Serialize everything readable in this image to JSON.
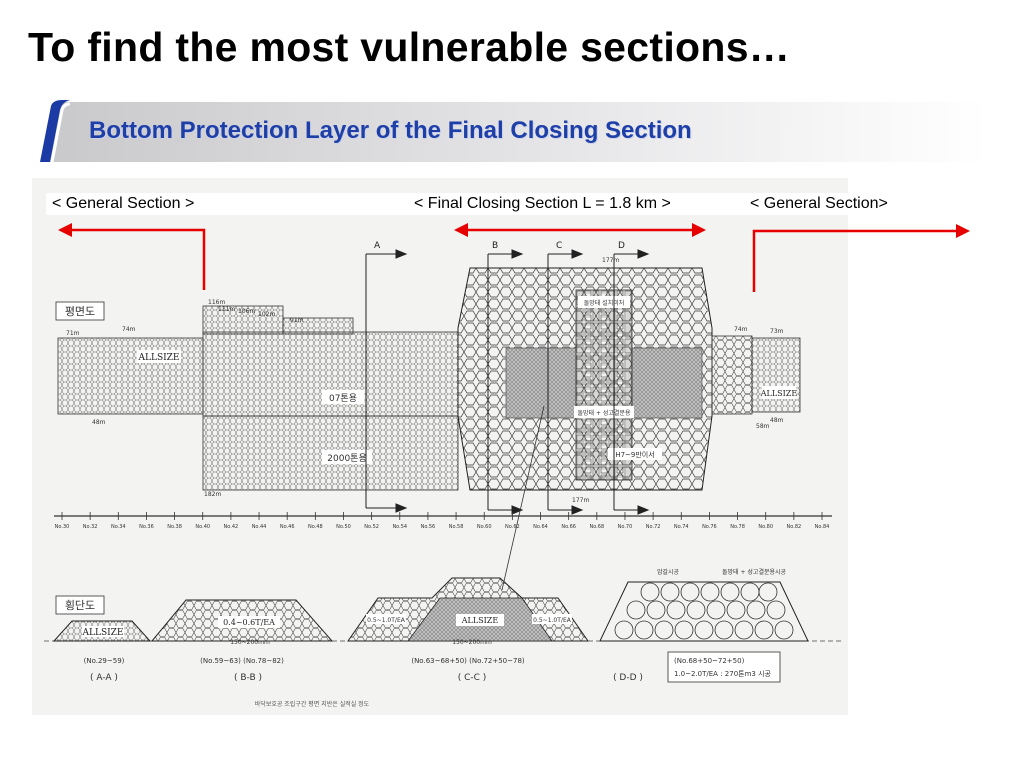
{
  "slide": {
    "title": "To find the most vulnerable sections…",
    "subtitle": "Bottom Protection Layer of the Final Closing Section"
  },
  "labels": {
    "general_left": "< General Section >",
    "final_closing": "< Final Closing Section L = 1.8 km >",
    "general_right": "< General Section>"
  },
  "drawing": {
    "plan_view_label": "평면도",
    "cross_section_label": "횡단도",
    "markers": [
      "A",
      "B",
      "C",
      "D"
    ],
    "dims": [
      "116m",
      "111m",
      "106m",
      "102m",
      "91m",
      "71m",
      "74m",
      "177m",
      "74m",
      "73m",
      "48m",
      "58m",
      "48m",
      "182m",
      "177m"
    ],
    "zone_labels": [
      "ALLSIZE",
      "ALLSIZE",
      "07톤용",
      "2000톤용",
      "돌망태 설치미처",
      "돌망태 + 성고결분용",
      "H7~9만이서"
    ],
    "stations": [
      "No.30",
      "No.32",
      "No.34",
      "No.36",
      "No.38",
      "No.40",
      "No.42",
      "No.44",
      "No.46",
      "No.48",
      "No.50",
      "No.52",
      "No.54",
      "No.56",
      "No.58",
      "No.60",
      "No.62",
      "No.64",
      "No.66",
      "No.68",
      "No.70",
      "No.72",
      "No.74",
      "No.76",
      "No.78",
      "No.80",
      "No.82",
      "No.84"
    ],
    "sections": [
      {
        "tag": "( A-A )",
        "range": "(No.29~59)",
        "fill": "ALLSIZE"
      },
      {
        "tag": "( B-B )",
        "range": "(No.59~63)  (No.78~82)",
        "fill": "0.4~0.6T/EA",
        "width": "150~200mm"
      },
      {
        "tag": "( C-C )",
        "range": "(No.63~68+50)  (No.72+50~78)",
        "fill": "ALLSIZE",
        "left": "0.5~1.0T/EA",
        "right": "0.5~1.0T/EA",
        "width": "150~200mm"
      },
      {
        "tag": "( D-D )",
        "range": "(No.68+50~72+50)",
        "note": "1.0~2.0T/EA : 270톤m3 시공",
        "top_left": "암갈시공",
        "top_right": "돌망태 + 성고결분용시공"
      }
    ],
    "footer_note": "바닥보호공 조립구간 평면 지반은 실적실 정도"
  },
  "colors": {
    "title": "#000000",
    "subtitle": "#1f3fa8",
    "arrows": "#e60000",
    "ink": "#3a3a3a"
  }
}
